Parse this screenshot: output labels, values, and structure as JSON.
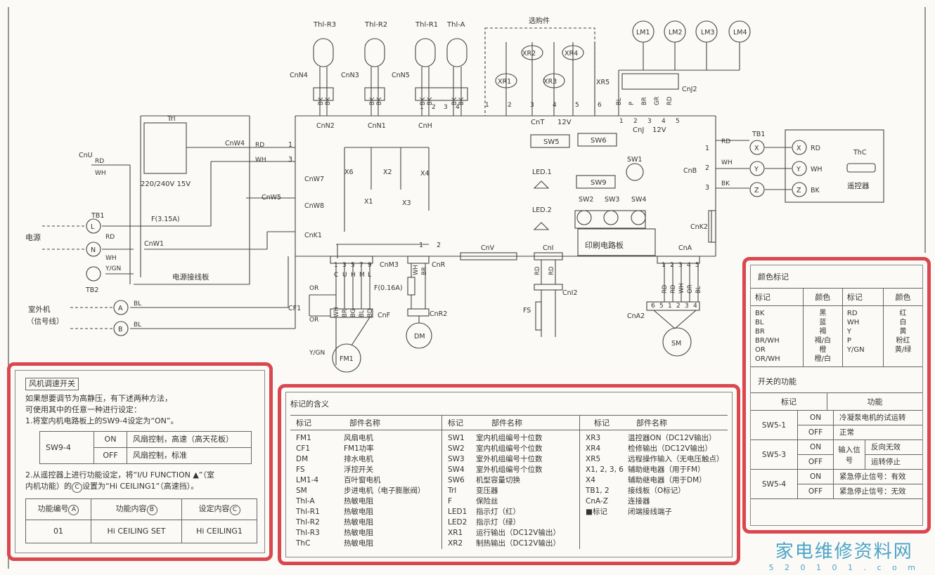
{
  "colors": {
    "wire": "#444",
    "frame": "#d9484f",
    "watermark": "#4aa4c7"
  },
  "circuit": {
    "thermistors": [
      {
        "label": "Thl-R3",
        "conn": "CnN4",
        "pins": [
          "BK",
          "BK"
        ],
        "plug": "CnN2"
      },
      {
        "label": "Thl-R2",
        "conn": "CnN3",
        "pins": [
          "BK",
          "BK"
        ],
        "plug": "CnN1"
      },
      {
        "label": "Thl-R1",
        "conn": "CnN5",
        "pins": [
          "BK",
          "BK"
        ],
        "plug": "CnH"
      },
      {
        "label": "Thl-A",
        "conn": "",
        "pins": [
          "BK",
          "BK"
        ],
        "plug": ""
      }
    ],
    "cnh_pins": [
      "1",
      "2",
      "3",
      "4"
    ],
    "optional_title": "选购件",
    "optional_parts": [
      "XR1",
      "XR2",
      "XR3",
      "XR4",
      "XR5"
    ],
    "cnt": {
      "label": "CnT",
      "voltage": "12V",
      "pins": [
        "1",
        "2",
        "3",
        "4",
        "5",
        "6"
      ]
    },
    "louver_motors": [
      "LM1",
      "LM2",
      "LM3",
      "LM4"
    ],
    "cnj": {
      "label": "CnJ",
      "voltage": "12V",
      "side": "CnJ2",
      "pins": [
        "1",
        "2",
        "3",
        "4",
        "5"
      ],
      "wires": [
        "BL",
        "P",
        "BR",
        "GR",
        "RD"
      ]
    },
    "tb1_right": {
      "label": "TB1",
      "terminals": [
        "X",
        "Y",
        "Z"
      ],
      "wires": [
        "RD",
        "WH",
        "BK"
      ],
      "pins": [
        "1",
        "2",
        "3"
      ],
      "conn": "CnB"
    },
    "remote": {
      "sensor": "ThC",
      "label": "遥控器",
      "terminals": [
        "X",
        "Y",
        "Z"
      ],
      "wires": [
        "RD",
        "WH",
        "BK"
      ]
    },
    "switches": {
      "sw5": "SW5",
      "sw6": "SW6",
      "sw1": "SW1",
      "sw9": "SW9",
      "sw2": "SW2",
      "sw3": "SW3",
      "sw4": "SW4"
    },
    "leds": [
      "LED.1",
      "LED.2"
    ],
    "pcb_label": "印刷电路板",
    "relays": [
      "X6",
      "X2",
      "X4",
      "X1",
      "X3"
    ],
    "transformer": {
      "label": "Trl",
      "voltage": "220/240V 15V"
    },
    "cnu": {
      "label": "CnU",
      "wires": [
        "RD",
        "WH"
      ]
    },
    "cnw4": {
      "label": "CnW4",
      "wires": [
        "RD",
        "WH"
      ],
      "pins": [
        "1",
        "3"
      ],
      "conn": "CnW7"
    },
    "cnw5": {
      "label": "CnW5",
      "conn": "CnW8"
    },
    "cnk1": "CnK1",
    "tb1_left": {
      "label": "TB1",
      "terminals": [
        "L",
        "N"
      ],
      "fuse": "F(3.15A)",
      "wires": [
        "RD",
        "WH"
      ],
      "conn": "CnW1",
      "power": "电源"
    },
    "ground": {
      "label": "TB2",
      "wire": "Y/GN"
    },
    "terminal_board": "电源接线板",
    "outdoor": {
      "label": "室外机",
      "sub": "（信号线）",
      "terminals": [
        "A",
        "B"
      ],
      "wire": "BL"
    },
    "fan": {
      "label": "FM1",
      "cap": "CF1",
      "conn": "CnF",
      "pins": [
        "1",
        "3",
        "5",
        "7",
        "9"
      ],
      "pinlabels": [
        "C",
        "U",
        "H",
        "M",
        "L"
      ],
      "wires": [
        "WH",
        "BR",
        "BG",
        "BL",
        "BD"
      ],
      "ground": "Y/GN",
      "or": [
        "OR",
        "OR"
      ]
    },
    "cnm3": {
      "label": "CnM3",
      "wires": [
        "WH",
        "BR"
      ]
    },
    "cnr": {
      "label": "CnR",
      "pins": [
        "1",
        "2"
      ],
      "fuse": "F(0.16A)",
      "plug": "CnR2",
      "motor": "DM"
    },
    "cnv": "CnV",
    "cni": {
      "label": "CnI",
      "wires": [
        "RD",
        "RD"
      ],
      "plug": "CnI2",
      "fs": "FS"
    },
    "cnk2": "CnK2",
    "cna": {
      "label": "CnA",
      "pins": [
        "1",
        "2",
        "3",
        "4",
        "5"
      ],
      "wires": [
        "RD",
        "RD",
        "WH",
        "OR",
        "BL"
      ],
      "pins2": [
        "6",
        "5",
        "1",
        "2",
        "3",
        "4"
      ],
      "plug": "CnA2",
      "motor": "SM"
    }
  },
  "fan_switch": {
    "title": "风机调速开关",
    "intro": "如果想要调节为高静压，有下述两种方法，",
    "intro2": "可使用其中的任意一种进行设定：",
    "step1": "1.将室内机电路板上的SW9-4设定为“ON”。",
    "sw_table": {
      "name": "SW9-4",
      "rows": [
        {
          "state": "ON",
          "desc": "风扇控制，高速（高天花板）"
        },
        {
          "state": "OFF",
          "desc": "风扇控制，标准"
        }
      ]
    },
    "step2a": "2.从遥控器上进行功能设定，将“I/U FUNCTION ▲”（室",
    "step2b": "内机功能）的",
    "step2c": "设置为“Hi CEILING1”（高速挡）。",
    "step2_mark": "C",
    "func_table": {
      "headers": [
        {
          "text": "功能编号",
          "mark": "A"
        },
        {
          "text": "功能内容",
          "mark": "B"
        },
        {
          "text": "设定内容",
          "mark": "C"
        }
      ],
      "row": [
        "01",
        "Hi CEILING SET",
        "Hi CEILING1"
      ]
    }
  },
  "legend": {
    "title": "标记的含义",
    "headers": [
      "标记",
      "部件名称",
      "标记",
      "部件名称",
      "标记",
      "部件名称"
    ],
    "col1": [
      [
        "FM1",
        "风扇电机"
      ],
      [
        "CF1",
        "FM1功率"
      ],
      [
        "DM",
        "排水电机"
      ],
      [
        "FS",
        "浮控开关"
      ],
      [
        "LM1-4",
        "百叶窗电机"
      ],
      [
        "SM",
        "步进电机（电子膨胀阀）"
      ],
      [
        "Thl-A",
        "热敏电阻"
      ],
      [
        "Thl-R1",
        "热敏电阻"
      ],
      [
        "Thl-R2",
        "热敏电阻"
      ],
      [
        "Thl-R3",
        "热敏电阻"
      ],
      [
        "ThC",
        "热敏电阻"
      ]
    ],
    "col2": [
      [
        "SW1",
        "室内机组编号十位数"
      ],
      [
        "SW2",
        "室内机组编号个位数"
      ],
      [
        "SW3",
        "室外机组编号十位数"
      ],
      [
        "SW4",
        "室外机组编号个位数"
      ],
      [
        "SW6",
        "机型容量切换"
      ],
      [
        "Trl",
        "变压器"
      ],
      [
        "F",
        "保险丝"
      ],
      [
        "LED1",
        "指示灯（红）"
      ],
      [
        "LED2",
        "指示灯（绿）"
      ],
      [
        "XR1",
        "运行输出（DC12V输出）"
      ],
      [
        "XR2",
        "制热输出（DC12V输出）"
      ]
    ],
    "col3": [
      [
        "XR3",
        "温控器ON（DC12V输出）"
      ],
      [
        "XR4",
        "检修输出（DC12V输出）"
      ],
      [
        "XR5",
        "远程操作输入（无电压触点）"
      ],
      [
        "X1, 2, 3, 6",
        "辅助继电器（用于FM）"
      ],
      [
        "X4",
        "辅助继电器（用于DM）"
      ],
      [
        "TB1, 2",
        "接线板（O标记）"
      ],
      [
        "CnA-Z",
        "连接器"
      ],
      [
        "■标记",
        "闭端接线端子"
      ]
    ]
  },
  "colors_table": {
    "title": "颜色标记",
    "headers": [
      "标记",
      "颜色",
      "标记",
      "颜色"
    ],
    "left": [
      [
        "BK",
        "黑"
      ],
      [
        "BL",
        "蓝"
      ],
      [
        "BR",
        "褐"
      ],
      [
        "BR/WH",
        "褐/白"
      ],
      [
        "OR",
        "橙"
      ],
      [
        "OR/WH",
        "橙/白"
      ]
    ],
    "right": [
      [
        "RD",
        "红"
      ],
      [
        "WH",
        "白"
      ],
      [
        "Y",
        "黄"
      ],
      [
        "P",
        "粉红"
      ],
      [
        "Y/GN",
        "黄/绿"
      ]
    ]
  },
  "switch_func": {
    "title": "开关的功能",
    "headers": [
      "标记",
      "功能"
    ],
    "groups": [
      {
        "name": "SW5-1",
        "rows": [
          {
            "state": "ON",
            "desc": "冷凝泵电机的试运转"
          },
          {
            "state": "OFF",
            "desc": "正常"
          }
        ]
      },
      {
        "name": "SW5-3",
        "input": "输入信号",
        "rows": [
          {
            "state": "ON",
            "desc": "反向无效"
          },
          {
            "state": "OFF",
            "desc": "运转停止"
          }
        ]
      },
      {
        "name": "SW5-4",
        "rows": [
          {
            "state": "ON",
            "desc": "紧急停止信号：有效"
          },
          {
            "state": "OFF",
            "desc": "紧急停止信号：无效"
          }
        ]
      }
    ]
  },
  "watermark": {
    "cn": "家电维修资料网",
    "url": "5 2 0 1 0 1 . c o m"
  }
}
